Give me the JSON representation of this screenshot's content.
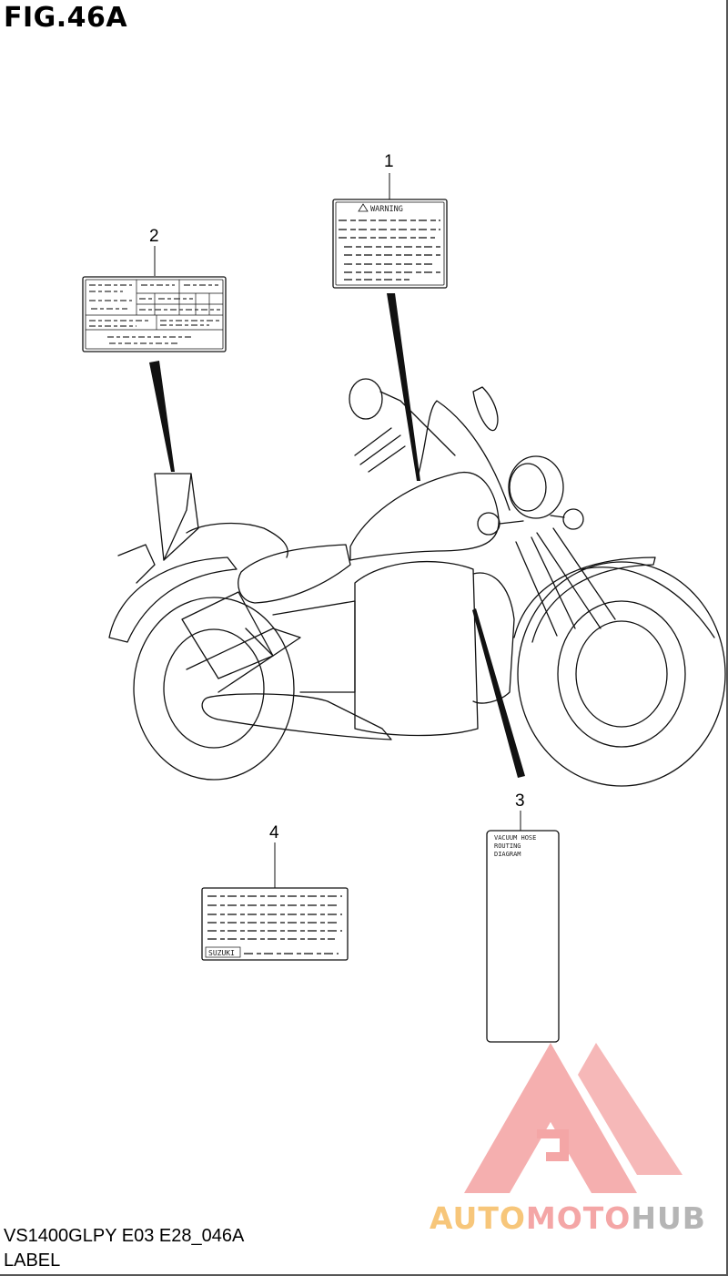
{
  "figure": {
    "title": "FIG.46A"
  },
  "callouts": [
    "1",
    "2",
    "3",
    "4"
  ],
  "labels": {
    "warning_label": {
      "heading": "WARNING"
    },
    "vacuum_label": {
      "lines": [
        "VACUUM HOSE",
        "ROUTING",
        "DIAGRAM"
      ]
    },
    "suzuki_label": {
      "brand": "SUZUKI"
    }
  },
  "footer": {
    "model_code": "VS1400GLPY E03 E28_046A",
    "part_name": "LABEL"
  },
  "watermark": {
    "part1": "AUTO",
    "part2": "MOTO",
    "part3": "HUB",
    "colors": [
      "#f7c67a",
      "#f4a6a6",
      "#b5b5b5"
    ]
  }
}
